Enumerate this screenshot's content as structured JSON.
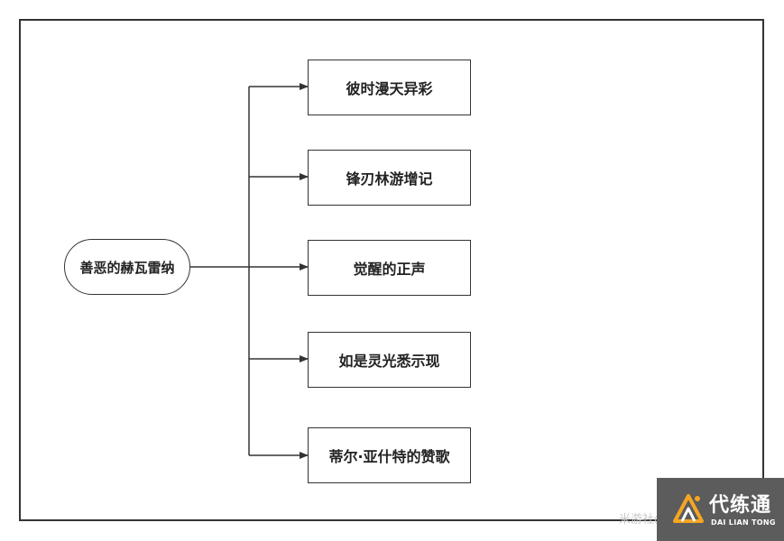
{
  "root": {
    "label": "善恶的赫瓦雷纳"
  },
  "children": [
    {
      "label": "彼时漫天异彩"
    },
    {
      "label": "锋刃林游增记"
    },
    {
      "label": "觉醒的正声"
    },
    {
      "label": "如是灵光悉示现"
    },
    {
      "label": "蒂尔·亚什特的赞歌"
    }
  ],
  "watermark": {
    "text": "米游社@"
  },
  "badge": {
    "title": "代练通",
    "subtitle": "DAI LIAN TONG"
  },
  "colors": {
    "line": "#333333",
    "badge_bg": "#5c5c5c",
    "logo_orange": "#f5a623"
  }
}
